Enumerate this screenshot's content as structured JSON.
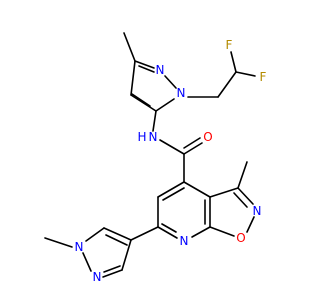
{
  "molecule": {
    "colors": {
      "carbon": "#000000",
      "nitrogen": "#0000ff",
      "oxygen": "#ff0000",
      "fluorine": "#b38b00",
      "background": "#ffffff"
    },
    "atom_labels": {
      "F_top": "F",
      "F_right": "F",
      "N_pyrazole_top_a": "N",
      "N_pyrazole_top_b": "N",
      "N_amide": "N",
      "H_amide": "H",
      "O_carbonyl": "O",
      "N_isoxazole": "N",
      "O_isoxazole": "O",
      "N_pyridine": "N",
      "N_pyrazole_bottom_a": "N",
      "N_pyrazole_bottom_b": "N"
    }
  }
}
